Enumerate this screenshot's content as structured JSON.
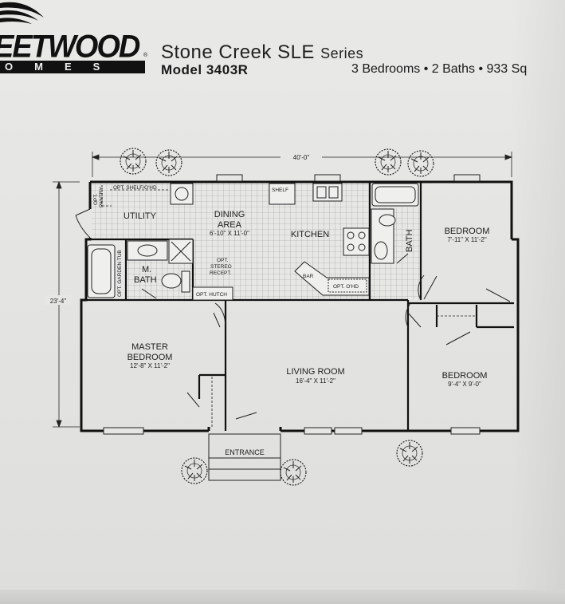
{
  "header": {
    "brand_word": "EETWOOD",
    "brand_sub": "OMES",
    "brand_reg": "®",
    "series_name": "Stone Creek SLE ",
    "series_word": "Series",
    "model": "Model 3403R",
    "specs": "3 Bedrooms • 2 Baths • 933 Sq"
  },
  "plan": {
    "overall_width": "40'-0\"",
    "overall_depth": "23'-4\"",
    "rooms": {
      "utility": "UTILITY",
      "opt_pantry_1": "OPT.",
      "opt_pantry_2": "PANTRY",
      "opt_shelf": "OPT. SHELF/O'HD",
      "dining_1": "DINING",
      "dining_2": "AREA",
      "dining_dim": "6'-10\" X 11'-0\"",
      "shelf": "SHELF",
      "kitchen": "KITCHEN",
      "bar": "BAR",
      "opt_ohd": "OPT. O'HD",
      "opt_stereo_1": "OPT.",
      "opt_stereo_2": "STEREO",
      "opt_stereo_3": "RECEPT.",
      "opt_hutch": "OPT. HUTCH",
      "m_bath_1": "M.",
      "m_bath_2": "BATH",
      "opt_garden_tub": "OPT. GARDEN TUB",
      "bath": "BATH",
      "bedroom_1": "BEDROOM",
      "bedroom_1_dim": "7'-11\" X 11'-2\"",
      "master_1": "MASTER",
      "master_2": "BEDROOM",
      "master_dim": "12'-8\" X 11'-2\"",
      "living": "LIVING ROOM",
      "living_dim": "16'-4\" X 11'-2\"",
      "bedroom_2": "BEDROOM",
      "bedroom_2_dim": "9'-4\" X 9'-0\"",
      "entrance": "ENTRANCE"
    },
    "colors": {
      "wall": "#111111",
      "tile": "#9a9a9a",
      "paper": "#e6e6e4"
    }
  }
}
